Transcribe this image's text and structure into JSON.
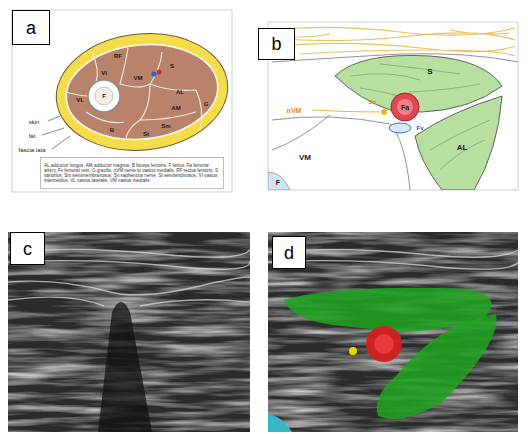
{
  "diagram": {
    "nodes": [
      {
        "text": [
          "a"
        ]
      },
      {
        "text": [
          "AL adductor longus, AM adductor magnus, B biceps femoris, F femur, Fa femoral artery, Fv femoral vein, G gracilis, nVM nerve to vastus medialis, RF rectus femoris, S sartorius, Sm semimembranosus, Sn saphenous nerve, St semitendinosus, VI vastus intermedius, VL vastus lateralis, VM vastus medialis"
        ]
      },
      {
        "text": [
          "b"
        ]
      },
      {
        "text": [
          "c"
        ]
      },
      {
        "text": [
          "d"
        ]
      }
    ],
    "labels": [
      "RF",
      "VI",
      "VL",
      "F",
      "VM",
      "S",
      "AL",
      "AM",
      "G",
      "Sm",
      "St",
      "B",
      "skin",
      "fat",
      "fascia lata",
      "S",
      "Fa",
      "Sn",
      "nVM",
      "Fv",
      "AL",
      "VM",
      "F"
    ]
  }
}
